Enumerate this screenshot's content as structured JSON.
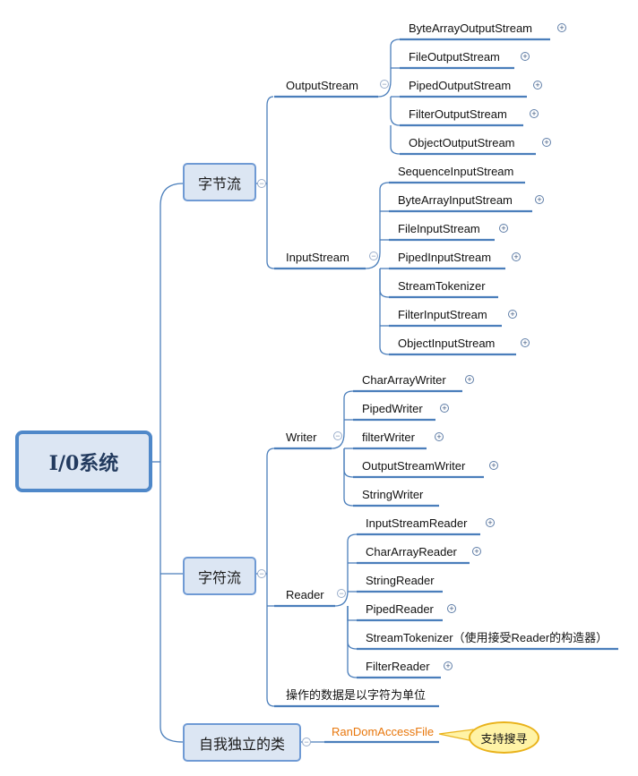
{
  "root": {
    "label": "I/0系统"
  },
  "byte_stream": {
    "label": "字节流",
    "output_stream": {
      "label": "OutputStream",
      "children": [
        "ByteArrayOutputStream",
        "FileOutputStream",
        "PipedOutputStream",
        "FilterOutputStream",
        "ObjectOutputStream"
      ]
    },
    "input_stream": {
      "label": "InputStream",
      "children": [
        "SequenceInputStream",
        "ByteArrayInputStream",
        "FileInputStream",
        "PipedInputStream",
        "StreamTokenizer",
        "FilterInputStream",
        "ObjectInputStream"
      ]
    }
  },
  "char_stream": {
    "label": "字符流",
    "writer": {
      "label": "Writer",
      "children": [
        "CharArrayWriter",
        "PipedWriter",
        "filterWriter",
        "OutputStreamWriter",
        "StringWriter"
      ]
    },
    "reader": {
      "label": "Reader",
      "children": [
        "InputStreamReader",
        "CharArrayReader",
        "StringReader",
        "PipedReader",
        "StreamTokenizer（使用接受Reader的构造器）",
        "FilterReader"
      ]
    },
    "note": "操作的数据是以字符为单位"
  },
  "standalone": {
    "label": "自我独立的类",
    "child": "RanDomAccessFile",
    "callout": "支持搜寻"
  },
  "icons": {
    "expand": "plus-circle-icon",
    "collapse": "minus-circle-icon"
  },
  "colors": {
    "line": "#4a7ebb",
    "box_fill": "#dce6f3",
    "box_border": "#6f9ad4",
    "callout_fill": "#fff3a6",
    "callout_border": "#e9b21a",
    "orange_text": "#e8770c"
  }
}
